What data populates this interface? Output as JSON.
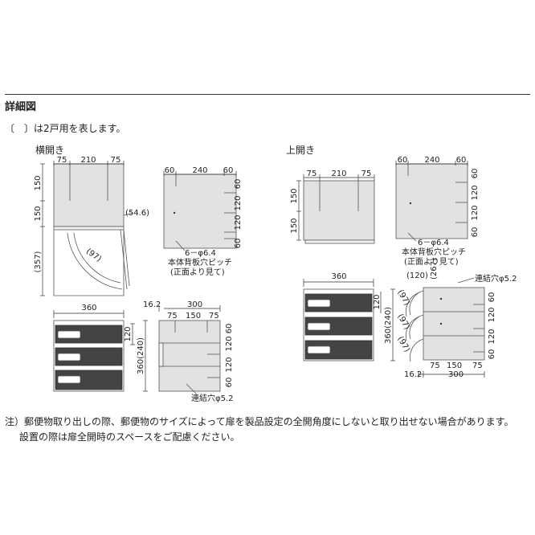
{
  "header": {
    "title": "詳細図",
    "legend": "〔　〕は2戸用を表します。"
  },
  "sections": {
    "left_title": "横開き",
    "right_title": "上開き"
  },
  "dims": {
    "w75": "75",
    "w210": "210",
    "w240": "240",
    "w60": "60",
    "w360": "360",
    "w300": "300",
    "w150": "150",
    "w162": "16.2",
    "h150": "150",
    "h120": "120",
    "h60": "60",
    "h360": "360(240)",
    "h357": "(357)",
    "d546": "(54.6)",
    "a97": "(97)",
    "a120": "(120)",
    "a267": "(267)"
  },
  "labels": {
    "hole": "6－φ6.4",
    "back_pitch": "本体背板穴ピッチ",
    "front_view": "(正面より見て)",
    "link_hole": "連結穴φ5.2"
  },
  "notes": {
    "line1": "注）郵便物取り出しの際、郵便物のサイズによって扉を製品設定の全開角度にしないと取り出せない場合があります。",
    "line2": "設置の際は扉全開時のスペースをご配慮ください。"
  }
}
